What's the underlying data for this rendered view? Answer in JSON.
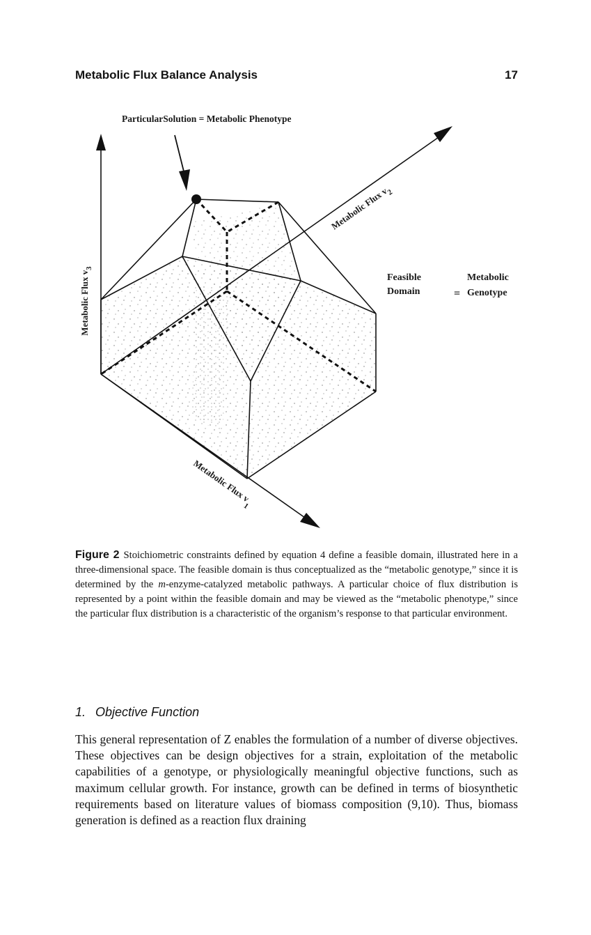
{
  "header": {
    "running_title": "Metabolic Flux Balance Analysis",
    "page_number": "17"
  },
  "figure": {
    "particular_solution_label": "ParticularSolution = Metabolic Phenotype",
    "axis_v3_label": "Metabolic Flux v",
    "axis_v3_sub": "3",
    "axis_v2_label": "Metabolic Flux v",
    "axis_v2_sub": "2",
    "axis_v1_label": "Metabolic Flux v",
    "axis_v1_sub": "1",
    "feasible_domain_line1": "Feasible",
    "feasible_domain_line2": "Domain",
    "equals_sign": "=",
    "genotype_line1": "Metabolic",
    "genotype_line2": "Genotype"
  },
  "caption": {
    "label": "Figure 2",
    "text_before_italic": "Stoichiometric constraints defined by equation 4 define a feasible domain, illustrated here in a three-dimensional space. The feasible domain is thus conceptualized as the “metabolic genotype,” since it is determined by the ",
    "italic": "m",
    "text_after_italic": "-enzyme-catalyzed metabolic pathways. A particular choice of flux distribution is represented by a point within the feasible domain and may be viewed as the “metabolic phenotype,” since the particular flux distribution is a characteristic of the organism’s response to that particular environment."
  },
  "section": {
    "number": "1.",
    "title": "Objective Function"
  },
  "body": {
    "paragraph": "This general representation of Z enables the formulation of a number of diverse objectives. These objectives can be design objectives for a strain, exploitation of the metabolic capabilities of a genotype, or physiologically meaningful objective functions, such as maximum cellular growth. For instance, growth can be defined in terms of biosynthetic requirements based on literature values of biomass composition (9,10). Thus, biomass generation is defined as a reaction flux draining"
  }
}
